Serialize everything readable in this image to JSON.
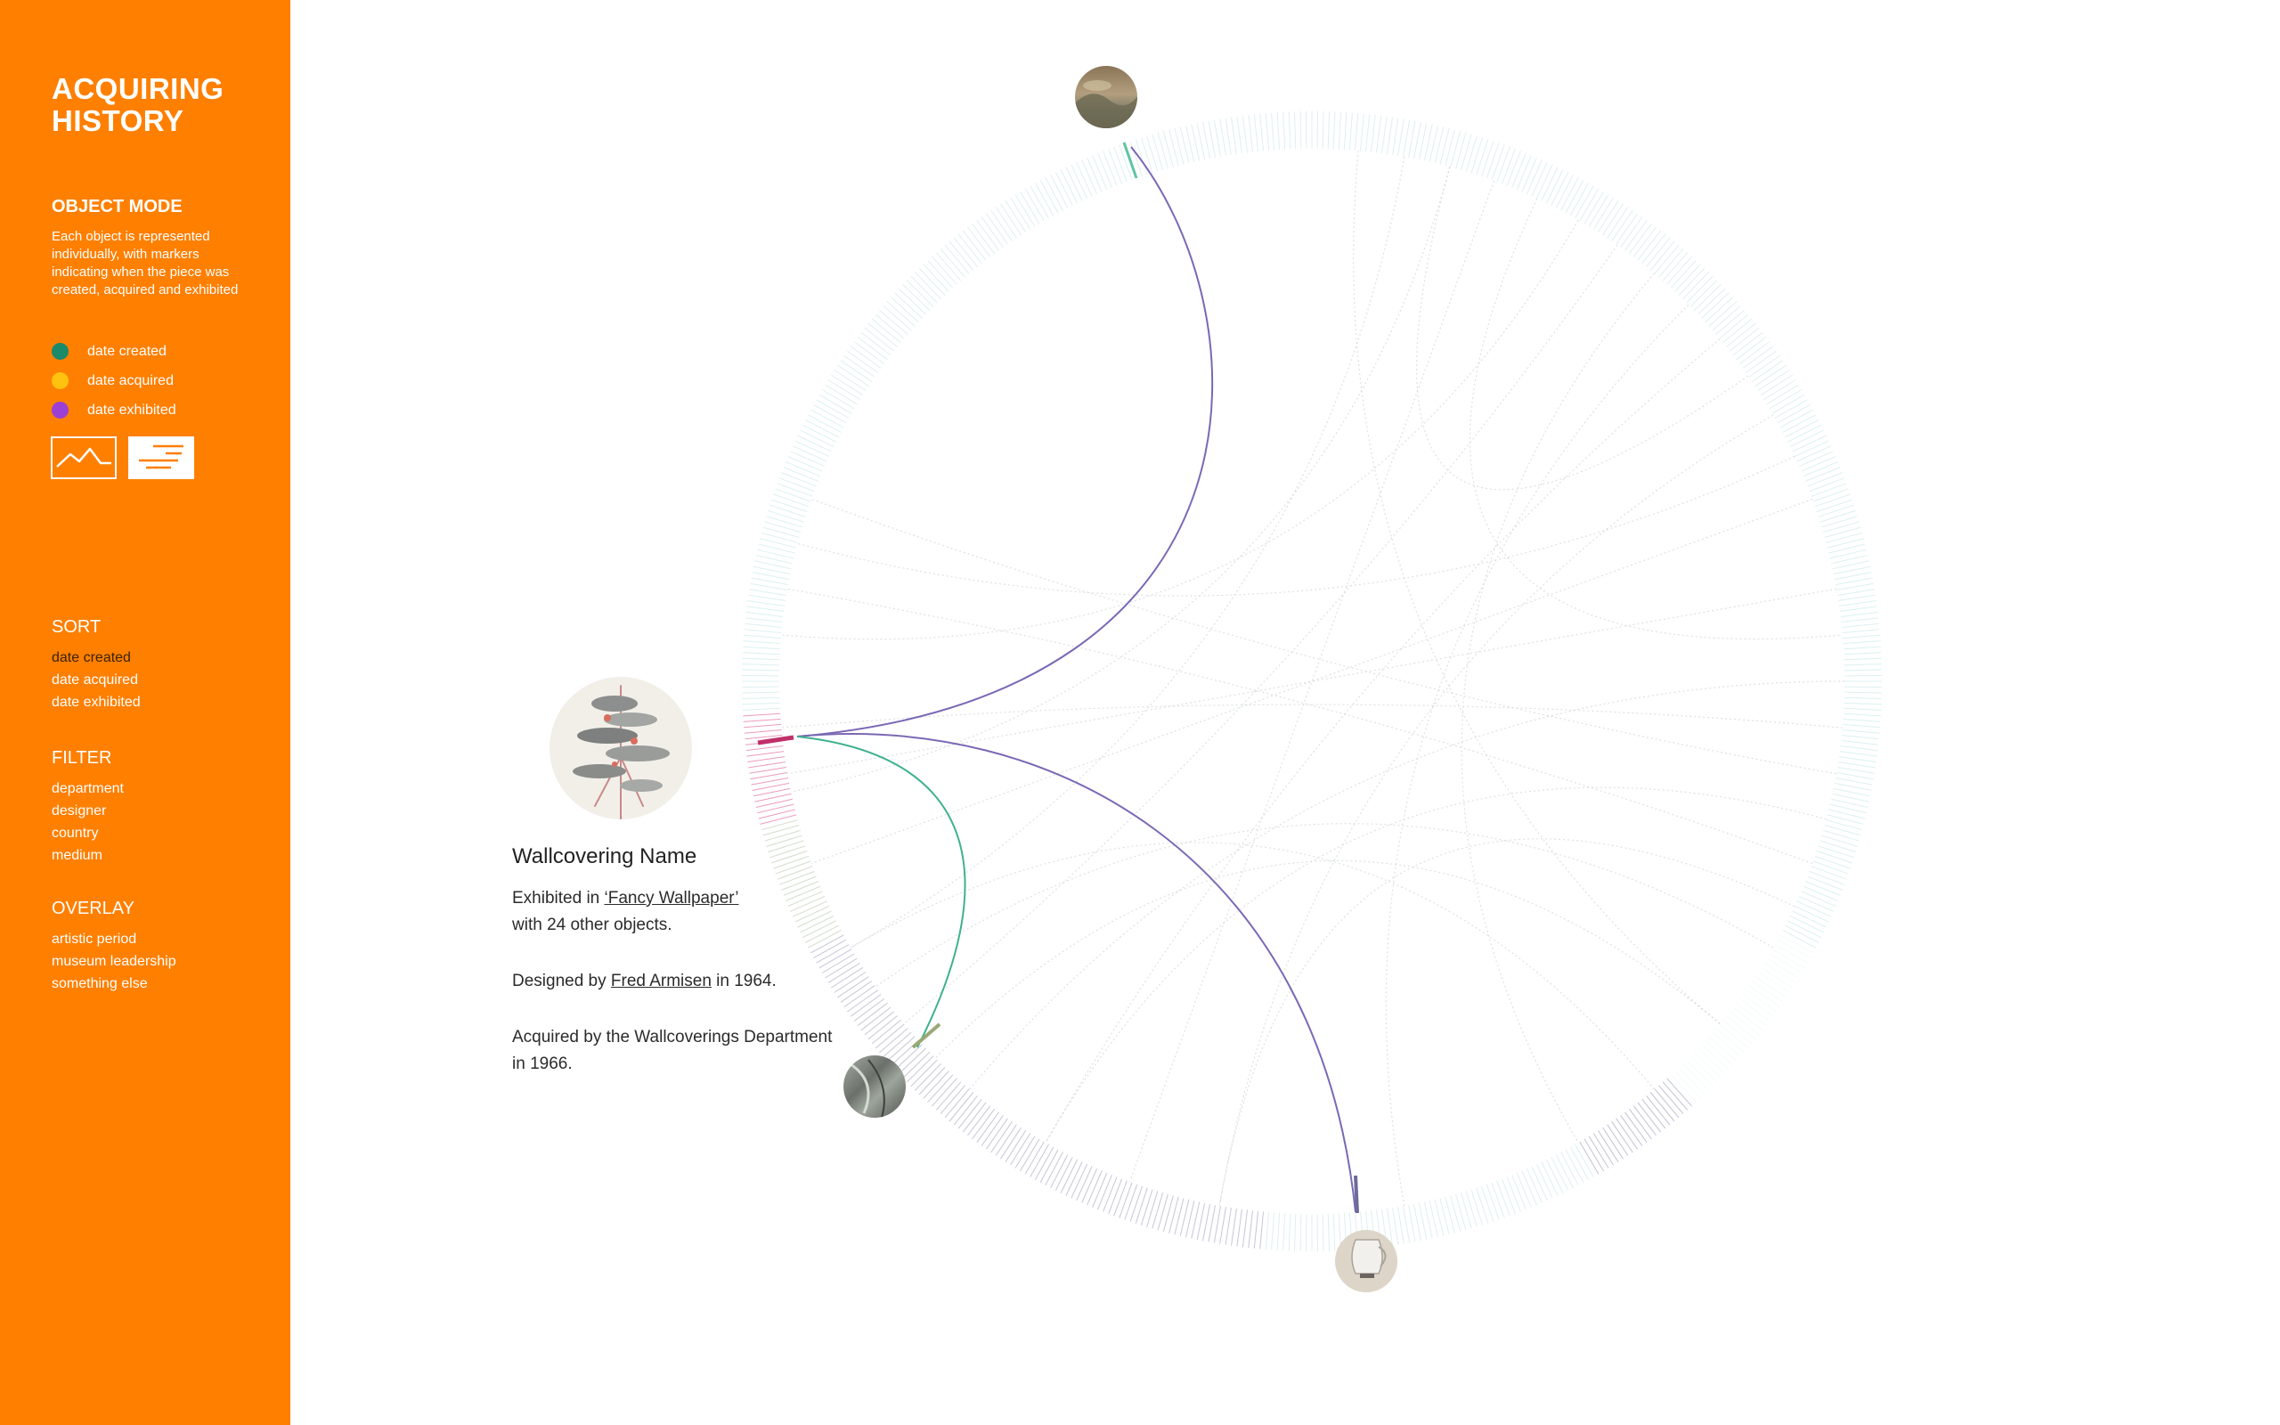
{
  "sidebar": {
    "title_line1": "ACQUIRING",
    "title_line2": "HISTORY",
    "mode_heading": "OBJECT MODE",
    "mode_description": "Each object is represented individually, with markers indicating when the piece was created, acquired and exhibited",
    "legend": [
      {
        "label": "date created",
        "color": "#1a8a6a"
      },
      {
        "label": "date acquired",
        "color": "#ffc20e"
      },
      {
        "label": "date exhibited",
        "color": "#9b3fd6"
      }
    ],
    "view_buttons": {
      "chart_icon": "line-chart-icon",
      "list_icon": "timeline-list-icon"
    },
    "sort": {
      "heading": "SORT",
      "items": [
        "date created",
        "date acquired",
        "date exhibited"
      ],
      "active": "date created"
    },
    "filter": {
      "heading": "FILTER",
      "items": [
        "department",
        "designer",
        "country",
        "medium"
      ]
    },
    "overlay": {
      "heading": "OVERLAY",
      "items": [
        "artistic period",
        "museum leadership",
        "something else"
      ]
    }
  },
  "info": {
    "title": "Wallcovering Name",
    "exhibited_prefix": "Exhibited in ",
    "exhibition_link": "‘Fancy Wallpaper’",
    "exhibited_suffix": "with 24 other objects.",
    "designed_prefix": "Designed by ",
    "designer_link": "Fred Armisen",
    "designed_suffix": " in 1964.",
    "acquired_text": "Acquired by the Wallcoverings Department in 1966."
  },
  "colors": {
    "sidebar_bg": "#ff7f00",
    "ring_teal": "#bfe3e3",
    "ring_pink": "#e37aa6",
    "ring_sage": "#c6d0b8",
    "ring_lavender": "#b6b6d3",
    "link_purple": "#7b68b5",
    "link_green": "#3fb18e",
    "selected_mark": "#c0306a"
  },
  "thumbnails": [
    {
      "name": "landscape-painting-thumbnail"
    },
    {
      "name": "wallcovering-tree-thumbnail"
    },
    {
      "name": "marble-object-thumbnail"
    },
    {
      "name": "silver-pitcher-thumbnail"
    }
  ]
}
